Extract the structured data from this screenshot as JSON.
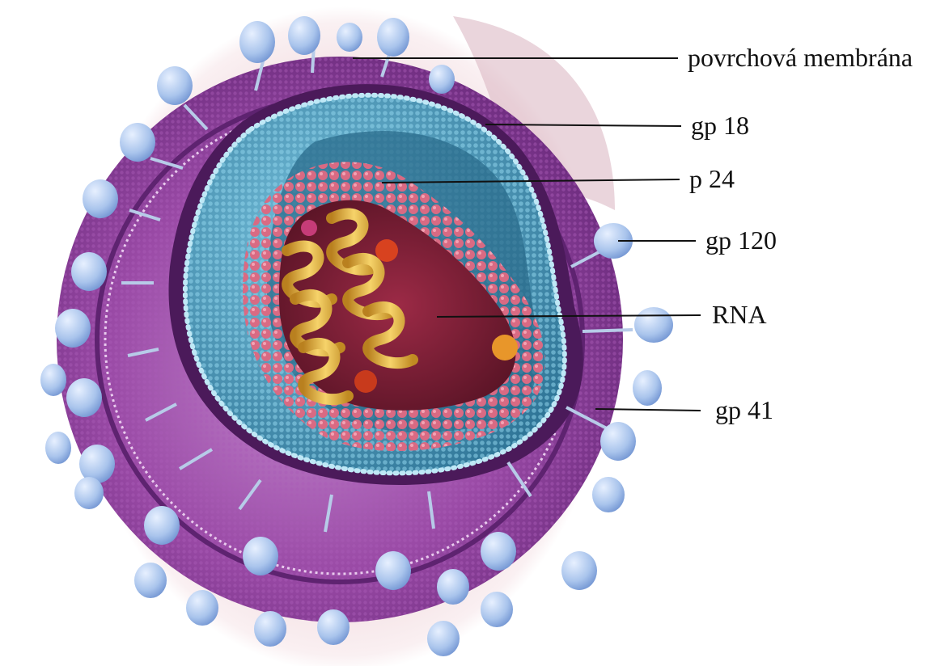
{
  "labels": {
    "surface_membrane": "povrchová membrána",
    "gp18": "gp 18",
    "p24": "p 24",
    "gp120": "gp 120",
    "rna": "RNA",
    "gp41": "gp 41"
  },
  "colors": {
    "outer_envelope": "#8e3f98",
    "envelope_dark": "#5e2370",
    "envelope_light": "#b97ac4",
    "matrix_shell": "#5fb3d4",
    "matrix_inner": "#2d6f8f",
    "capsid": "#c8506a",
    "capsid_dark": "#7a1d32",
    "rna_helix": "#e6b53a",
    "spike": "#a9c4ec",
    "spike_dark": "#6b8fcf",
    "halo": "#f3dfe2"
  }
}
